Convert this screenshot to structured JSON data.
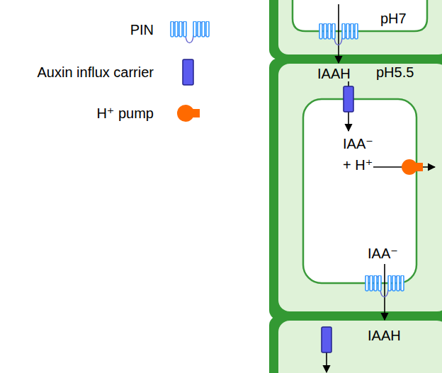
{
  "diagram": {
    "nodes": [
      {
        "text": [
          "pH7"
        ]
      },
      {
        "text": [
          "IAAH",
          "pH5.5"
        ]
      },
      {
        "text": [
          "IAA⁻ + H⁺",
          "IAA⁻"
        ],
        "in": 1
      },
      {
        "text": [
          "IAAH"
        ]
      }
    ],
    "legend": [
      {
        "text": "PIN"
      },
      {
        "text": "Auxin influx carrier"
      },
      {
        "text": "H⁺ pump"
      }
    ]
  }
}
